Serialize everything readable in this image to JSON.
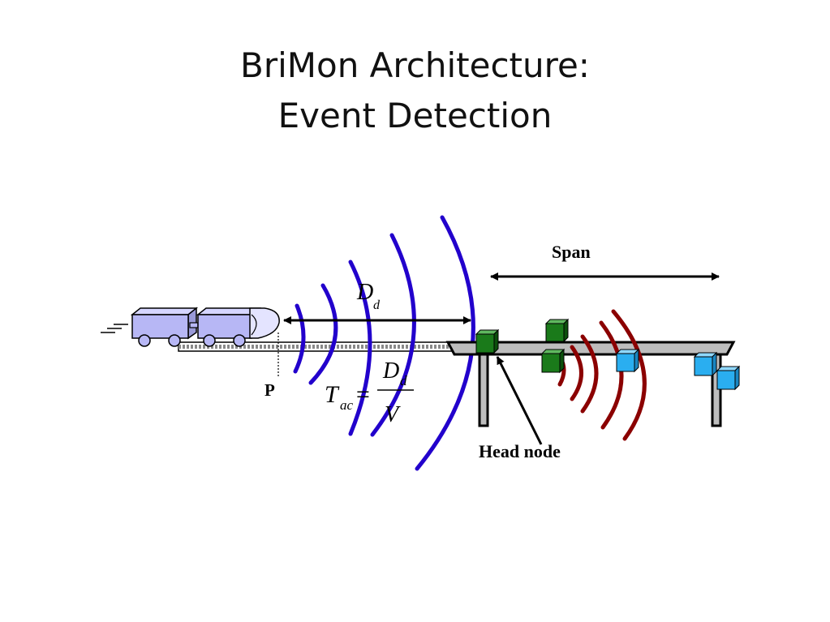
{
  "title": {
    "line1": "BriMon Architecture:",
    "line2": "Event Detection"
  },
  "diagram": {
    "span_label": "Span",
    "head_node_label": "Head node",
    "point_label": "P",
    "distance_symbol": "D",
    "distance_subscript": "d",
    "formula": {
      "lhs_symbol": "T",
      "lhs_subscript": "ac",
      "equals": "=",
      "numerator_symbol": "D",
      "numerator_subscript": "d",
      "denominator": "V"
    }
  },
  "colors": {
    "signal_wave": "#2200cc",
    "node_wave": "#8b0000",
    "train_body": "#b7b7f5",
    "head_node": "#1a7a1a",
    "sensor_node": "#2aaef0"
  },
  "icons": [
    "train-icon",
    "signal-wave-icon",
    "bridge-icon",
    "sensor-node-icon",
    "arrow-icon"
  ]
}
